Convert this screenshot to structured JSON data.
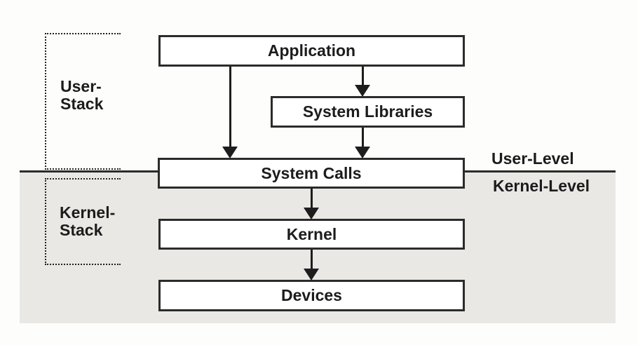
{
  "diagram": {
    "type": "os-architecture-block-diagram",
    "boxes": [
      {
        "id": "application",
        "label": "Application"
      },
      {
        "id": "system-libraries",
        "label": "System Libraries"
      },
      {
        "id": "system-calls",
        "label": "System Calls"
      },
      {
        "id": "kernel",
        "label": "Kernel"
      },
      {
        "id": "devices",
        "label": "Devices"
      }
    ],
    "stack_brackets": [
      {
        "id": "user-stack",
        "label": "User-\nStack"
      },
      {
        "id": "kernel-stack",
        "label": "Kernel-\nStack"
      }
    ],
    "boundary": {
      "upper_label": "User-Level",
      "lower_label": "Kernel-Level"
    },
    "arrows": [
      {
        "from": "application",
        "to": "system-calls"
      },
      {
        "from": "application",
        "to": "system-libraries"
      },
      {
        "from": "system-libraries",
        "to": "system-calls"
      },
      {
        "from": "system-calls",
        "to": "kernel"
      },
      {
        "from": "kernel",
        "to": "devices"
      }
    ]
  },
  "colors": {
    "background": "#fdfdfc",
    "kernel_area_fill": "#e9e8e4",
    "box_fill": "#ffffff",
    "box_border": "#2b2b2b",
    "line": "#2b2b2b",
    "arrow": "#1d1d1d",
    "text": "#1c1c1c"
  }
}
